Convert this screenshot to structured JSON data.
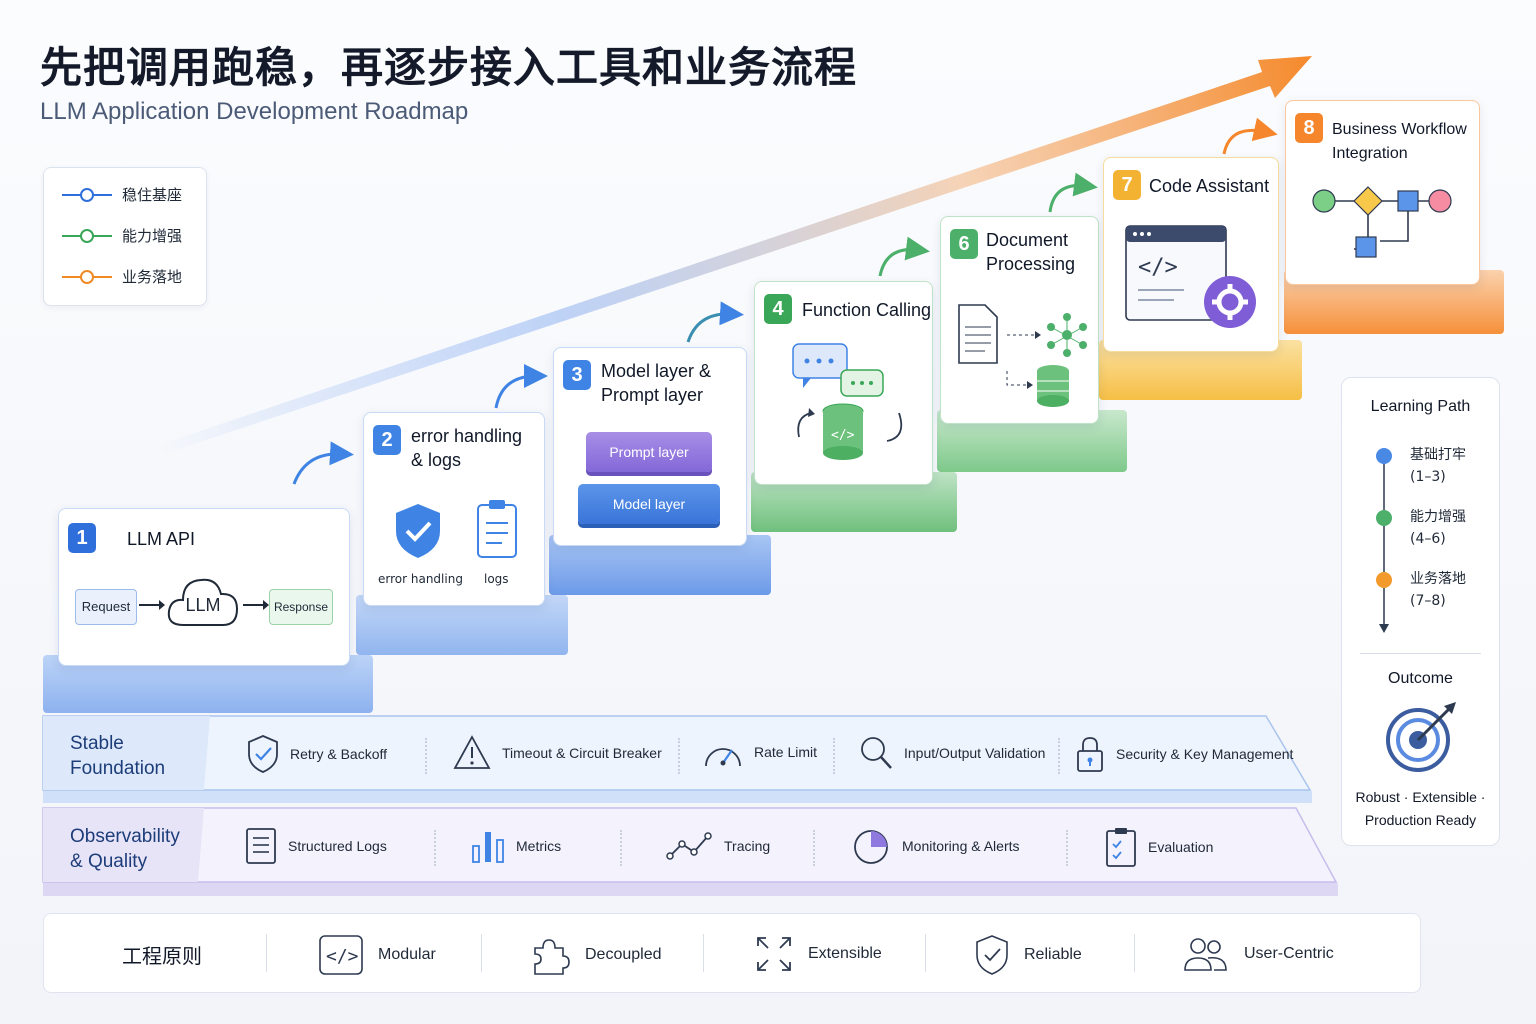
{
  "title": "先把调用跑稳，再逐步接入工具和业务流程",
  "subtitle": "LLM Application Development Roadmap",
  "legend": [
    {
      "label": "稳住基座",
      "color": "#2f6fdc"
    },
    {
      "label": "能力增强",
      "color": "#3aa657"
    },
    {
      "label": "业务落地",
      "color": "#f08a24"
    }
  ],
  "steps": [
    {
      "num": "1",
      "title": "LLM API",
      "color": "#2f6fdc",
      "flow": {
        "request": "Request",
        "llm": "LLM",
        "response": "Response"
      }
    },
    {
      "num": "2",
      "title_line1": "error handling",
      "title_line2": "& logs",
      "color": "#3f84e5",
      "labels": {
        "error": "error handling",
        "logs": "logs"
      }
    },
    {
      "num": "3",
      "title_line1": "Model layer &",
      "title_line2": "Prompt layer",
      "color": "#3f84e5",
      "layers": {
        "prompt": "Prompt layer",
        "model": "Model layer"
      }
    },
    {
      "num": "4",
      "title": "Function Calling",
      "color": "#3aa657"
    },
    {
      "num": "6",
      "title_line1": "Document",
      "title_line2": "Processing",
      "color": "#4caf6a"
    },
    {
      "num": "7",
      "title": "Code Assistant",
      "color": "#f4b233"
    },
    {
      "num": "8",
      "title_line1": "Business Workflow",
      "title_line2": "Integration",
      "color": "#f5862b"
    }
  ],
  "bands": {
    "stable": {
      "label_line1": "Stable",
      "label_line2": "Foundation",
      "items": [
        "Retry & Backoff",
        "Timeout & Circuit Breaker",
        "Rate Limit",
        "Input/Output Validation",
        "Security & Key Management"
      ]
    },
    "observability": {
      "label_line1": "Observability",
      "label_line2": "& Quality",
      "items": [
        "Structured Logs",
        "Metrics",
        "Tracing",
        "Monitoring & Alerts",
        "Evaluation"
      ]
    }
  },
  "principles": {
    "label": "工程原则",
    "items": [
      "Modular",
      "Decoupled",
      "Extensible",
      "Reliable",
      "User-Centric"
    ]
  },
  "side": {
    "learning_title": "Learning Path",
    "path": [
      {
        "name": "基础打牢",
        "range": "(1–3)",
        "color": "#4a88e6"
      },
      {
        "name": "能力增强",
        "range": "(4–6)",
        "color": "#4caf6a"
      },
      {
        "name": "业务落地",
        "range": "(7–8)",
        "color": "#f39a2c"
      }
    ],
    "outcome_title": "Outcome",
    "outcome_line1": "Robust · Extensible ·",
    "outcome_line2": "Production Ready"
  }
}
